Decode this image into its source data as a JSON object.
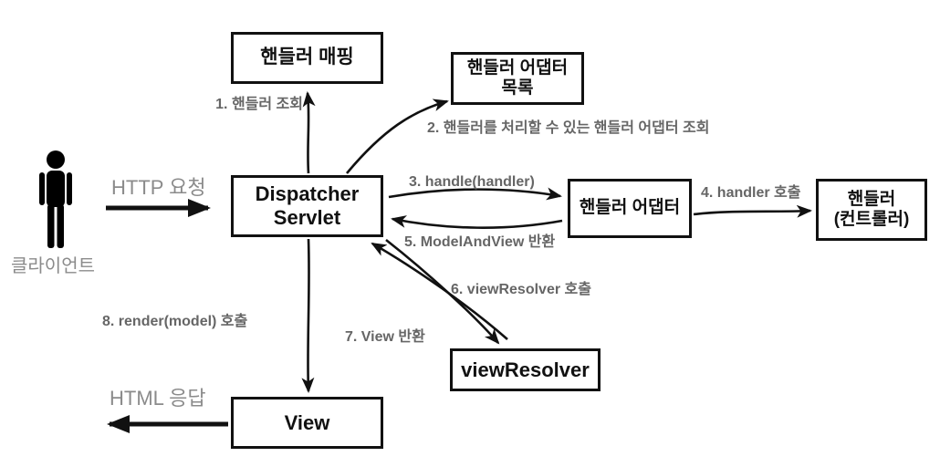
{
  "diagram": {
    "title_hint": "Spring MVC DispatcherServlet request flow",
    "boxes": {
      "handler_mapping": {
        "lines": [
          "핸들러 매핑"
        ]
      },
      "handler_adapter_list": {
        "lines": [
          "핸들러 어댑터",
          "목록"
        ]
      },
      "dispatcher_servlet": {
        "lines": [
          "Dispatcher",
          "Servlet"
        ]
      },
      "handler_adapter": {
        "lines": [
          "핸들러 어댑터"
        ]
      },
      "handler_controller": {
        "lines": [
          "핸들러",
          "(컨트롤러)"
        ]
      },
      "view_resolver": {
        "lines": [
          "viewResolver"
        ]
      },
      "view": {
        "lines": [
          "View"
        ]
      }
    },
    "steps": {
      "step1": "1. 핸들러 조회",
      "step2": "2. 핸들러를 처리할 수 있는 핸들러 어댑터 조회",
      "step3": "3. handle(handler)",
      "step4": "4. handler 호출",
      "step5": "5. ModelAndView 반환",
      "step6": "6. viewResolver 호출",
      "step7": "7. View 반환",
      "step8": "8. render(model) 호출"
    },
    "io": {
      "http_request": "HTTP 요청",
      "html_response": "HTML 응답",
      "client": "클라이언트"
    },
    "icons": {
      "client": "person-icon"
    },
    "colors": {
      "background": "#ffffff",
      "box_border": "#111111",
      "box_text": "#111111",
      "arrow": "#111111",
      "step_label": "#666666",
      "io_label": "#8b8b8b"
    }
  }
}
